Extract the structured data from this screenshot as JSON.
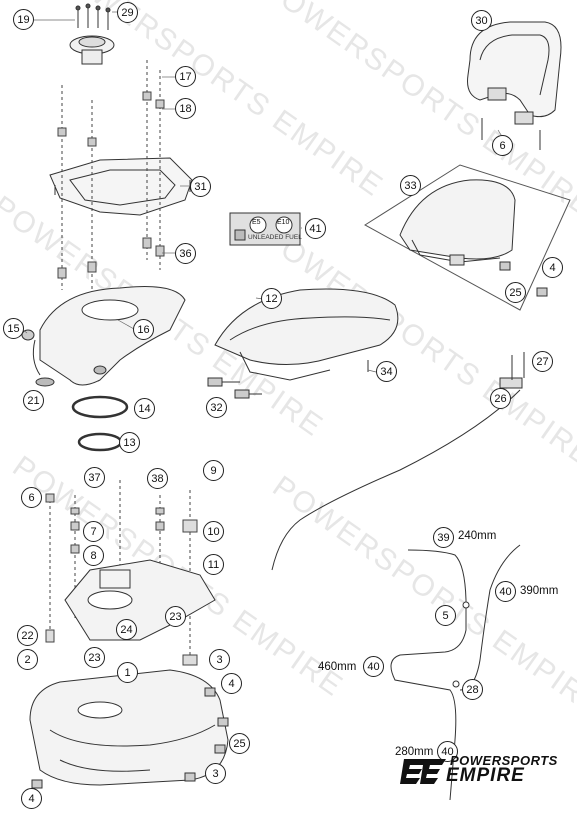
{
  "watermark": "POWERSPORTS EMPIRE",
  "callouts": {
    "c1": "1",
    "c2": "2",
    "c3a": "3",
    "c3b": "3",
    "c4a": "4",
    "c4b": "4",
    "c4c": "4",
    "c5": "5",
    "c6a": "6",
    "c6b": "6",
    "c7": "7",
    "c8": "8",
    "c9": "9",
    "c10": "10",
    "c11": "11",
    "c12": "12",
    "c13": "13",
    "c14": "14",
    "c15": "15",
    "c16": "16",
    "c17": "17",
    "c18": "18",
    "c19": "19",
    "c21": "21",
    "c22": "22",
    "c23a": "23",
    "c23b": "23",
    "c24": "24",
    "c25a": "25",
    "c25b": "25",
    "c26": "26",
    "c27": "27",
    "c28": "28",
    "c29": "29",
    "c30": "30",
    "c31": "31",
    "c32": "32",
    "c33": "33",
    "c34": "34",
    "c36": "36",
    "c37": "37",
    "c38": "38",
    "c39": "39",
    "c40a": "40",
    "c40b": "40",
    "c40c": "40",
    "c41": "41"
  },
  "measures": {
    "m39": "240mm",
    "m40a": "390mm",
    "m40b": "460mm",
    "m40c": "280mm"
  },
  "label_plate": {
    "e5": "E5",
    "e10": "E10",
    "text": "UNLEADED FUEL"
  },
  "logo": {
    "line1": "POWERSPORTS",
    "line2": "EMPIRE"
  }
}
